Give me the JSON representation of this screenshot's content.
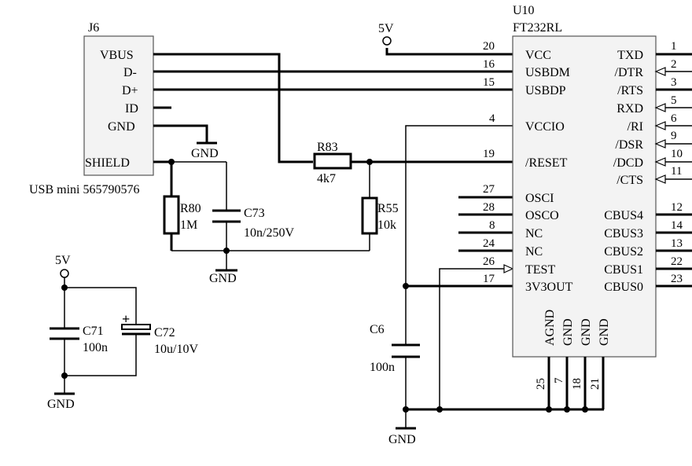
{
  "connector": {
    "ref": "J6",
    "part": "USB mini 565790576",
    "pins": [
      "VBUS",
      "D-",
      "D+",
      "ID",
      "GND",
      "SHIELD"
    ]
  },
  "ic": {
    "ref": "U10",
    "part": "FT232RL",
    "left_pins": [
      {
        "num": "20",
        "name": "VCC"
      },
      {
        "num": "16",
        "name": "USBDM"
      },
      {
        "num": "15",
        "name": "USBDP"
      },
      {
        "num": "4",
        "name": "VCCIO"
      },
      {
        "num": "19",
        "name": "/RESET"
      },
      {
        "num": "27",
        "name": "OSCI"
      },
      {
        "num": "28",
        "name": "OSCO"
      },
      {
        "num": "8",
        "name": "NC"
      },
      {
        "num": "24",
        "name": "NC"
      },
      {
        "num": "26",
        "name": "TEST"
      },
      {
        "num": "17",
        "name": "3V3OUT"
      }
    ],
    "right_pins": [
      {
        "num": "1",
        "name": "TXD"
      },
      {
        "num": "2",
        "name": "/DTR"
      },
      {
        "num": "3",
        "name": "/RTS"
      },
      {
        "num": "5",
        "name": "RXD"
      },
      {
        "num": "6",
        "name": "/RI"
      },
      {
        "num": "9",
        "name": "/DSR"
      },
      {
        "num": "10",
        "name": "/DCD"
      },
      {
        "num": "11",
        "name": "/CTS"
      },
      {
        "num": "12",
        "name": "CBUS4"
      },
      {
        "num": "14",
        "name": "CBUS3"
      },
      {
        "num": "13",
        "name": "CBUS2"
      },
      {
        "num": "22",
        "name": "CBUS1"
      },
      {
        "num": "23",
        "name": "CBUS0"
      }
    ],
    "bottom_pins": [
      {
        "num": "25",
        "name": "AGND"
      },
      {
        "num": "7",
        "name": "GND"
      },
      {
        "num": "18",
        "name": "GND"
      },
      {
        "num": "21",
        "name": "GND"
      }
    ]
  },
  "components": {
    "r83": {
      "ref": "R83",
      "value": "4k7"
    },
    "r80": {
      "ref": "R80",
      "value": "1M"
    },
    "r55": {
      "ref": "R55",
      "value": "10k"
    },
    "c73": {
      "ref": "C73",
      "value": "10n/250V"
    },
    "c71": {
      "ref": "C71",
      "value": "100n"
    },
    "c72": {
      "ref": "C72",
      "value": "10u/10V"
    },
    "c6": {
      "ref": "C6",
      "value": "100n"
    }
  },
  "nets": {
    "five_v": "5V",
    "gnd": "GND",
    "plus": "+"
  }
}
